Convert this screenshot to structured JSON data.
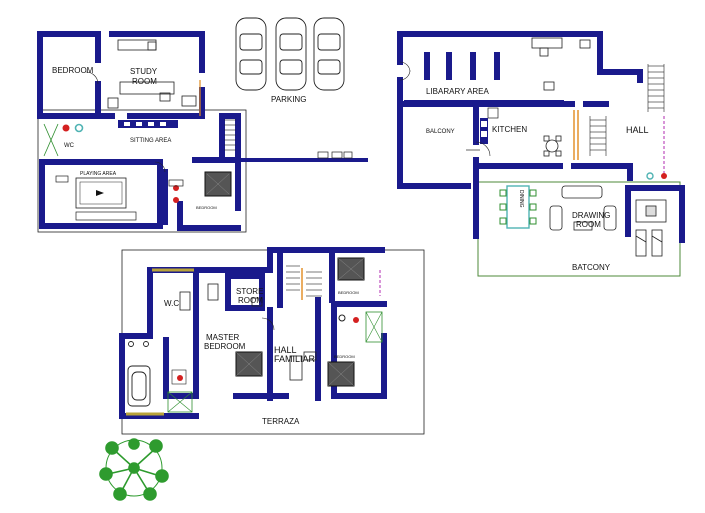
{
  "plans": {
    "first_floor": {
      "rooms": {
        "bedroom": "BEDROOM",
        "study_room_1": "STUDY",
        "study_room_2": "ROOM",
        "sitting_area": "SITTING AREA",
        "wc": "WC",
        "playing_area": "PLAYING AREA",
        "bedroom_small": "BEDROOM"
      }
    },
    "parking": {
      "label": "PARKING"
    },
    "ground_floor": {
      "rooms": {
        "library_area": "LIBARARY AREA",
        "balcony_left": "BALCONY",
        "kitchen": "KITCHEN",
        "hall": "HALL",
        "dining": "DINING",
        "drawing_room_1": "DRAWING",
        "drawing_room_2": "ROOM",
        "balcony_bottom": "BATCONY"
      }
    },
    "second_floor": {
      "rooms": {
        "store_room_1": "STORE",
        "store_room_2": "ROOM",
        "wc": "W.C",
        "master_bedroom_1": "MASTER",
        "master_bedroom_2": "BEDROOM",
        "hall_familiar_1": "HALL",
        "hall_familiar_2": "FAMILIAR",
        "bedroom_top": "BEDROOM",
        "bedroom_bottom": "BEDROOM",
        "terrace": "TERRAZA"
      }
    }
  },
  "colors": {
    "wall": "#1a1a8c",
    "line": "#222222",
    "fixture_cyan": "#4fb3b3",
    "fixture_green": "#2f8f2f",
    "stair_orange": "#e08a1e",
    "accent_red": "#d42020",
    "accent_magenta": "#b02bb0",
    "tree_green": "#2e9b2e",
    "balcony_rail": "#4d8a3a"
  },
  "icons": [
    "car-icon",
    "tree-icon",
    "bed-icon",
    "sofa-icon",
    "dining-table-icon",
    "bathtub-icon",
    "staircase-icon"
  ]
}
